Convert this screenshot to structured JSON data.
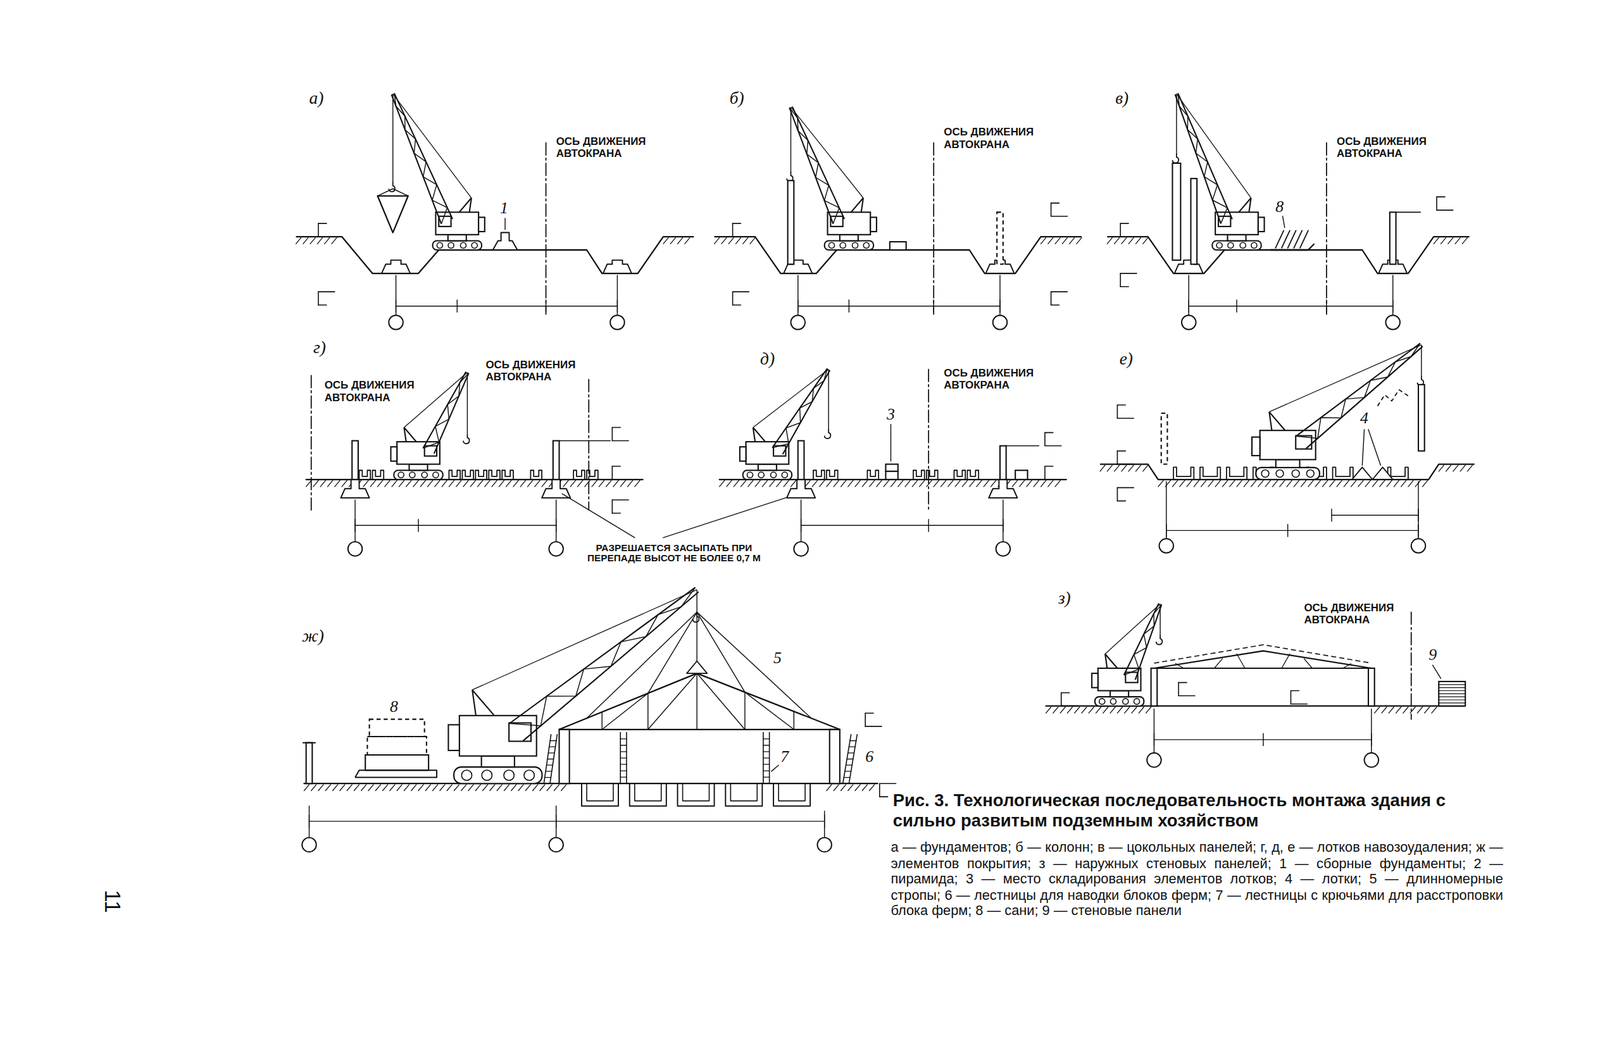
{
  "diagram": {
    "title": "Рис. 3. Технологическая последовательность монтажа здания с сильно развитым подземным хозяйством",
    "caption": "а — фундаментов; б — колонн; в — цокольных панелей; г, д, е — лотков навозоудаления; ж — элементов покрытия; з — наружных стеновых панелей; 1 — сборные фундаменты; 2 — пирамида; 3 — место складирования элементов лотков; 4 — лотки; 5 — длинномерные стропы; 6 — лестницы для наводки блоков ферм; 7 — лестницы с крючьями для расстроповки блока ферм; 8 — сани; 9 — стеновые панели",
    "labels": [
      "а)",
      "ОСЬ ДВИЖЕНИЯ АВТОКРАНА",
      "1",
      "б)",
      "ОСЬ ДВИЖЕНИЯ АВТОКРАНА",
      "в)",
      "8",
      "ОСЬ ДВИЖЕНИЯ АВТОКРАНА",
      "г)",
      "ОСЬ ДВИЖЕНИЯ АВТОКРАНА",
      "ОСЬ ДВИЖЕНИЯ АВТОКРАНА",
      "РАЗРЕШАЕТСЯ ЗАСЫПАТЬ ПРИ ПЕРЕПАДЕ ВЫСОТ НЕ БОЛЕЕ 0,7 М",
      "д)",
      "ОСЬ ДВИЖЕНИЯ АВТОКРАНА",
      "3",
      "е)",
      "4",
      "ж)",
      "8",
      "5",
      "7",
      "6",
      "з)",
      "ОСЬ ДВИЖЕНИЯ АВТОКРАНА",
      "9",
      "11"
    ]
  }
}
